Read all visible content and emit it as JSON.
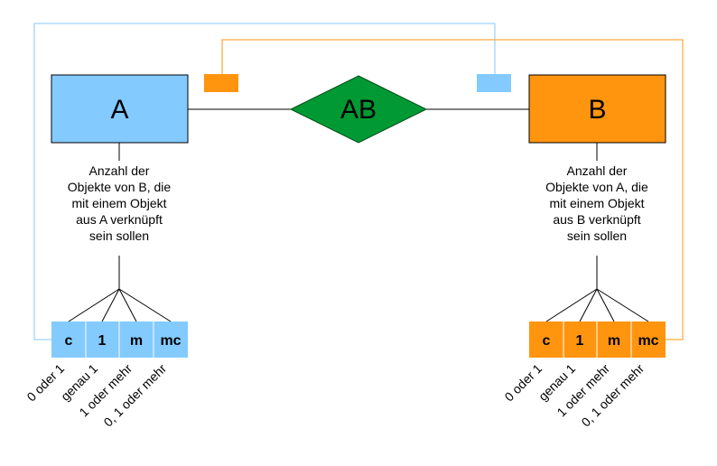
{
  "entity_a": {
    "label": "A",
    "color": "#83caff"
  },
  "entity_b": {
    "label": "B",
    "color": "#ff950e"
  },
  "relationship": {
    "label": "AB",
    "color": "#009933"
  },
  "connector_colors": {
    "a_link": "#83caff",
    "b_link": "#ff950e"
  },
  "description_a": [
    "Anzahl der",
    "Objekte von B, die",
    "mit einem Objekt",
    "aus A verknüpft",
    "sein sollen"
  ],
  "description_b": [
    "Anzahl der",
    "Objekte von A, die",
    "mit einem Objekt",
    "aus B verknüpft",
    "sein sollen"
  ],
  "cardinality_cells": [
    "c",
    "1",
    "m",
    "mc"
  ],
  "cardinality_meanings": [
    "0 oder 1",
    "genau 1",
    "1 oder mehr",
    "0, 1 oder mehr"
  ]
}
